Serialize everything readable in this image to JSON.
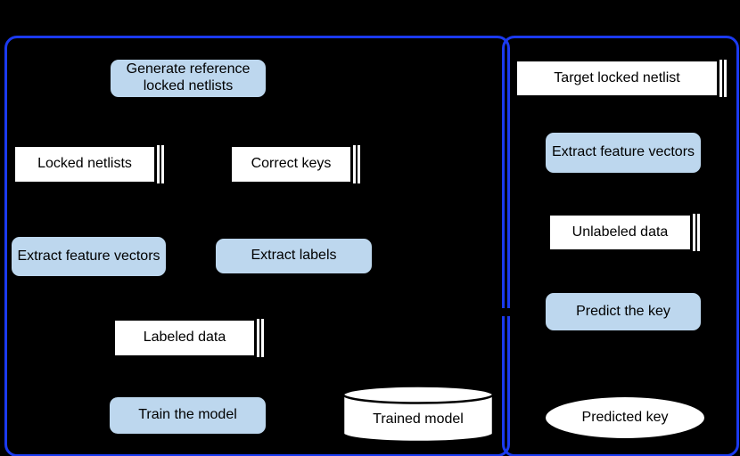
{
  "colors": {
    "background": "#000000",
    "panel_border": "#1b3af0",
    "process_fill": "#bdd7ee",
    "data_fill": "#ffffff",
    "node_outline": "#000000",
    "text": "#000000"
  },
  "training_phase": {
    "generate_reference": "Generate reference locked netlists",
    "locked_netlists": "Locked netlists",
    "correct_keys": "Correct keys",
    "extract_feature_vectors": "Extract feature vectors",
    "extract_labels": "Extract labels",
    "labeled_data": "Labeled data",
    "train_the_model": "Train the model",
    "trained_model": "Trained model"
  },
  "prediction_phase": {
    "target_locked_netlist": "Target locked netlist",
    "extract_feature_vectors": "Extract feature vectors",
    "unlabeled_data": "Unlabeled data",
    "predict_the_key": "Predict the key",
    "predicted_key": "Predicted key"
  }
}
